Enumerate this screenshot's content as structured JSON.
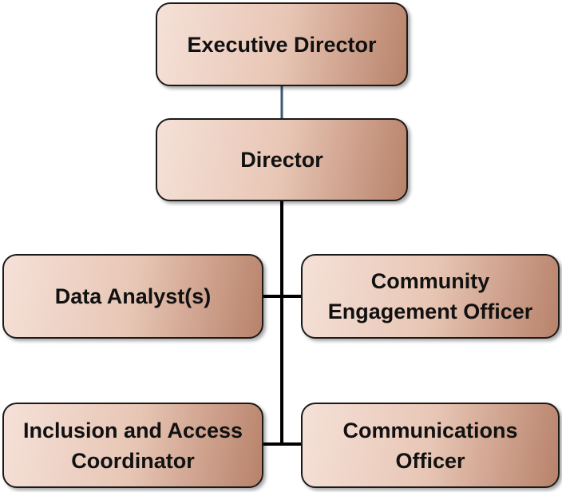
{
  "org_chart": {
    "executive_director": "Executive Director",
    "director": "Director",
    "data_analysts": "Data Analyst(s)",
    "community_engagement_officer": "Community Engagement Officer",
    "inclusion_access_coordinator": "Inclusion and Access Coordinator",
    "communications_officer": "Communications Officer"
  },
  "colors": {
    "top_connector": "#3d5a70",
    "connector": "#000000",
    "box_border": "#1a1a1a",
    "box_fill_light": "#f5e1d8",
    "box_fill_dark": "#b8826a"
  }
}
